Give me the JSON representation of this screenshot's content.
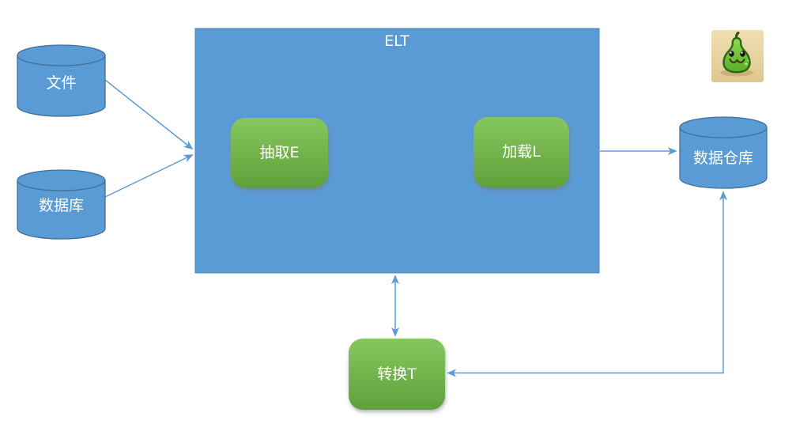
{
  "diagram": {
    "container": {
      "label": "ELT"
    },
    "nodes": {
      "file": {
        "label": "文件",
        "shape": "cylinder"
      },
      "database": {
        "label": "数据库",
        "shape": "cylinder"
      },
      "extract": {
        "label": "抽取E",
        "shape": "rounded-box"
      },
      "load": {
        "label": "加载L",
        "shape": "rounded-box"
      },
      "transform": {
        "label": "转换T",
        "shape": "rounded-box"
      },
      "warehouse": {
        "label": "数据仓库",
        "shape": "cylinder"
      }
    },
    "edges": [
      {
        "from": "文件",
        "to": "ELT / 抽取E",
        "arrow": "single"
      },
      {
        "from": "数据库",
        "to": "ELT / 抽取E",
        "arrow": "single"
      },
      {
        "from": "ELT / 加载L",
        "to": "数据仓库",
        "arrow": "single"
      },
      {
        "from": "ELT",
        "to": "转换T",
        "arrow": "double"
      },
      {
        "from": "数据仓库",
        "to": "转换T",
        "arrow": "double"
      }
    ],
    "colors": {
      "node_blue_fill": "#5B9BD5",
      "node_blue_border": "#41719C",
      "green_gradient_top": "#82C35C",
      "green_gradient_bottom": "#64A13C",
      "connector": "#5B9BD5",
      "label_text": "#FFFFFF"
    }
  },
  "mascot": {
    "icon": "pear-mascot-icon",
    "background": "#E8D5A3"
  }
}
